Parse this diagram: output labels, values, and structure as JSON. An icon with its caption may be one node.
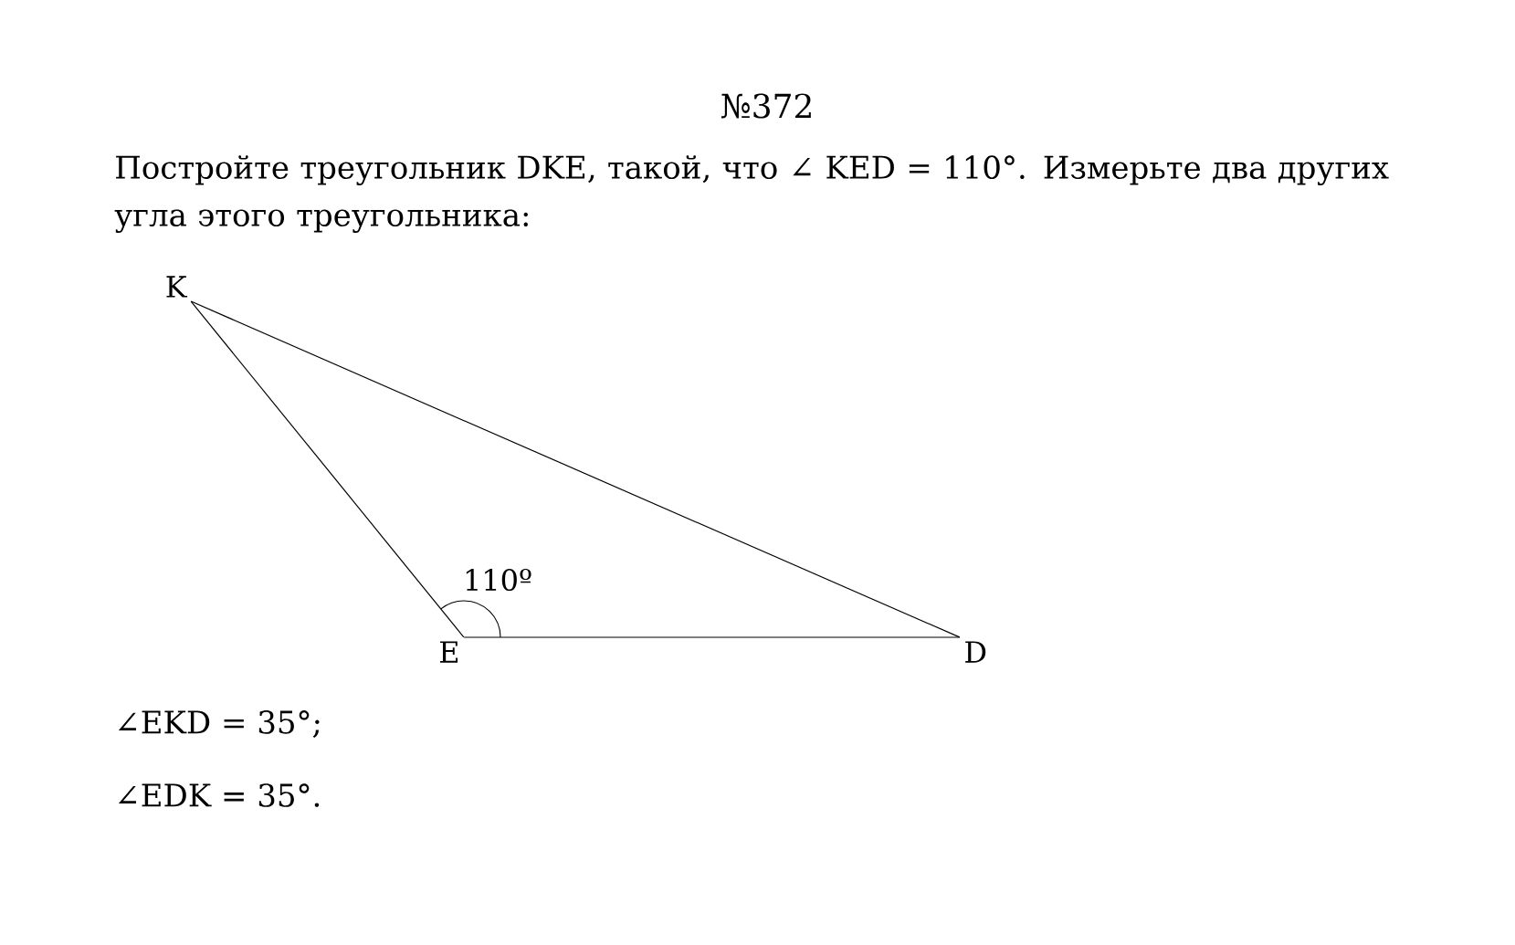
{
  "diagram": {
    "title": "№372",
    "nodes": [
      {
        "text": [
          "K"
        ]
      },
      {
        "text": [
          "E"
        ]
      },
      {
        "text": [
          "D"
        ]
      }
    ],
    "edges": [
      {
        "from": 0,
        "to": 1,
        "arrow": "none"
      },
      {
        "from": 1,
        "to": 2,
        "arrow": "none"
      },
      {
        "from": 2,
        "to": 0,
        "arrow": "none"
      }
    ],
    "labels": [
      "Постройте треугольник DKE, такой, что ∠ KED = 110°. Измерьте два других угла этого треугольника:",
      "110º",
      "∠EKD = 35°;",
      "∠EDK = 35°."
    ]
  }
}
